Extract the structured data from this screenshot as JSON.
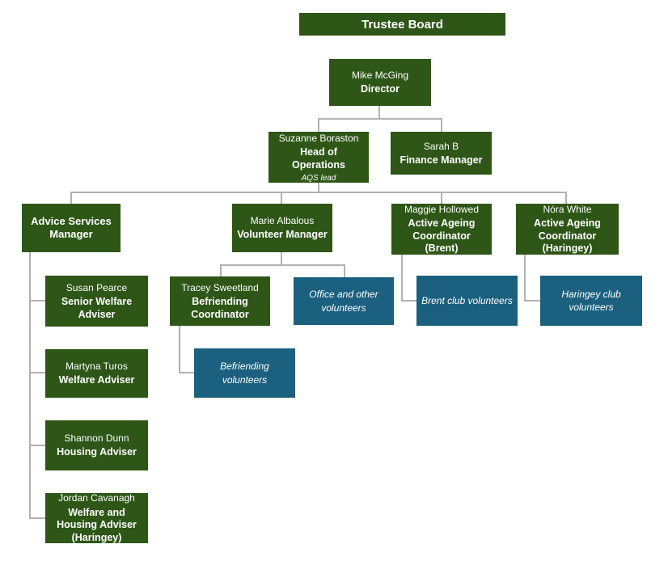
{
  "colors": {
    "box_green": "#2e5617",
    "box_blue": "#1b607f",
    "connector_gray": "#b1b1b1",
    "text": "#ffffff",
    "background": "#ffffff"
  },
  "nodes": {
    "trustee_board": {
      "role": "Trustee Board"
    },
    "director": {
      "name": "Mike McGing",
      "role": "Director"
    },
    "head_of_operations": {
      "name": "Suzanne Boraston",
      "role": "Head of Operations",
      "note": "AQS lead"
    },
    "finance_manager": {
      "name": "Sarah B",
      "role": "Finance Manager"
    },
    "advice_services_manager": {
      "role": "Advice Services Manager"
    },
    "volunteer_manager": {
      "name": "Marie Albalous",
      "role": "Volunteer Manager"
    },
    "active_ageing_brent": {
      "name": "Maggie Hollowed",
      "role": "Active Ageing Coordinator (Brent)"
    },
    "active_ageing_haringey": {
      "name": "Nóra White",
      "role": "Active Ageing Coordinator (Haringey)"
    },
    "senior_welfare_adviser": {
      "name": "Susan Pearce",
      "role": "Senior Welfare Adviser"
    },
    "welfare_adviser": {
      "name": "Martyna Turos",
      "role": "Welfare Adviser"
    },
    "housing_adviser": {
      "name": "Shannon Dunn",
      "role": "Housing Adviser"
    },
    "welfare_housing_adviser": {
      "name": "Jordan Cavanagh",
      "role": "Welfare and Housing Adviser (Haringey)"
    },
    "befriending_coordinator": {
      "name": "Tracey Sweetland",
      "role": "Befriending Coordinator"
    },
    "office_volunteers": {
      "label": "Office and other volunteers"
    },
    "brent_volunteers": {
      "label": "Brent club volunteers"
    },
    "haringey_volunteers": {
      "label": "Haringey club volunteers"
    },
    "befriending_volunteers": {
      "label": "Befriending volunteers"
    }
  },
  "edges": [
    [
      "director",
      "head_of_operations"
    ],
    [
      "director",
      "finance_manager"
    ],
    [
      "head_of_operations",
      "advice_services_manager"
    ],
    [
      "head_of_operations",
      "volunteer_manager"
    ],
    [
      "head_of_operations",
      "active_ageing_brent"
    ],
    [
      "head_of_operations",
      "active_ageing_haringey"
    ],
    [
      "advice_services_manager",
      "senior_welfare_adviser"
    ],
    [
      "advice_services_manager",
      "welfare_adviser"
    ],
    [
      "advice_services_manager",
      "housing_adviser"
    ],
    [
      "advice_services_manager",
      "welfare_housing_adviser"
    ],
    [
      "volunteer_manager",
      "befriending_coordinator"
    ],
    [
      "volunteer_manager",
      "office_volunteers"
    ],
    [
      "befriending_coordinator",
      "befriending_volunteers"
    ],
    [
      "active_ageing_brent",
      "brent_volunteers"
    ],
    [
      "active_ageing_haringey",
      "haringey_volunteers"
    ]
  ]
}
